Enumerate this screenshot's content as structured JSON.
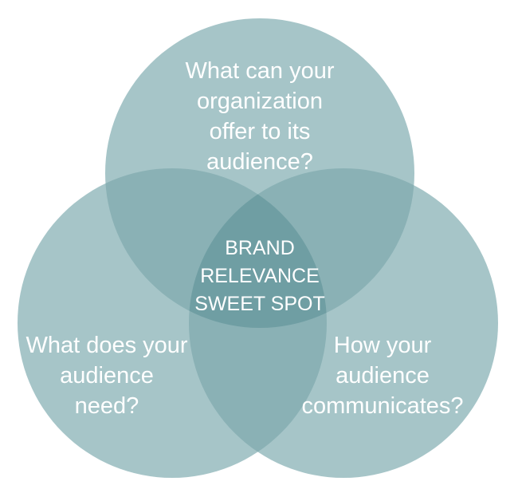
{
  "colors": {
    "circle_fill": "#a6c5c8",
    "pair_overlap_fill": "#8ab1b5",
    "center_overlap_fill": "#6f9ea3",
    "text": "#ffffff"
  },
  "diagram": {
    "top_circle": {
      "lines": [
        "What can your",
        "organization",
        "offer to its",
        "audience?"
      ]
    },
    "left_circle": {
      "lines": [
        "What does your",
        "audience",
        "need?"
      ]
    },
    "right_circle": {
      "lines": [
        "How your",
        "audience",
        "communicates?"
      ]
    },
    "center": {
      "lines": [
        "BRAND",
        "RELEVANCE",
        "SWEET SPOT"
      ]
    }
  }
}
